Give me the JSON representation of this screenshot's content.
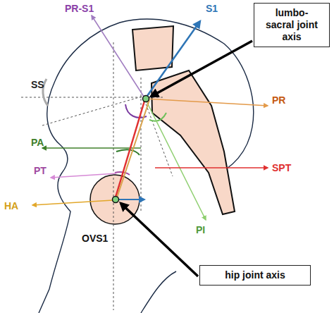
{
  "diagram": {
    "nodes": [
      {
        "text": [
          "lumbo- sacral joint axis"
        ]
      },
      {
        "text": [
          "hip joint axis"
        ]
      }
    ],
    "labels": [
      "PR-S1",
      "S1",
      "SS",
      "PR",
      "PA",
      "SPT",
      "PT",
      "HA",
      "PI",
      "OVS1"
    ]
  }
}
